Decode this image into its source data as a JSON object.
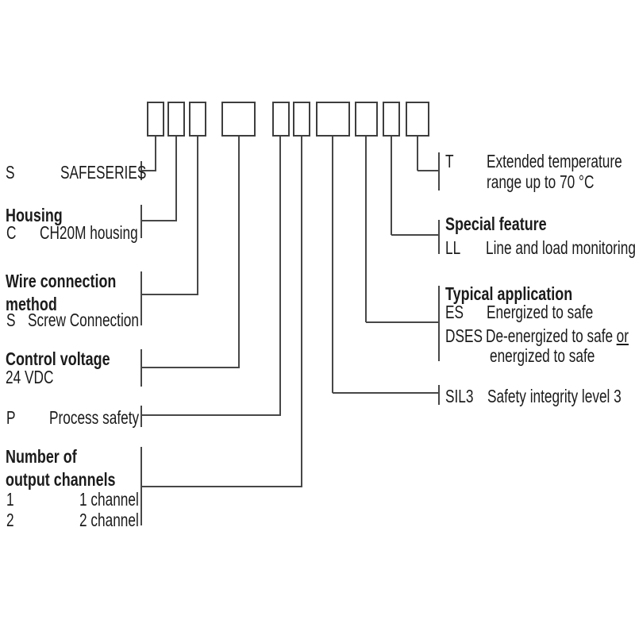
{
  "left": {
    "series": {
      "code": "S",
      "label": "SAFESERIES"
    },
    "housing": {
      "heading": "Housing",
      "code": "C",
      "label": "CH20M housing"
    },
    "wire_connection": {
      "heading_line1": "Wire connection",
      "heading_line2": "method",
      "code": "S",
      "label": "Screw Connection"
    },
    "control_voltage": {
      "heading": "Control voltage",
      "value": "24 VDC"
    },
    "process_safety": {
      "code": "P",
      "label": "Process safety"
    },
    "output_channels": {
      "heading_line1": "Number of",
      "heading_line2": "output channels",
      "options": [
        {
          "code": "1",
          "label": "1 channel"
        },
        {
          "code": "2",
          "label": "2 channel"
        }
      ]
    }
  },
  "right": {
    "extended_temperature": {
      "code": "T",
      "label_line1": "Extended temperature",
      "label_line2": "range up to 70 °C"
    },
    "special_feature": {
      "heading": "Special feature",
      "code": "LL",
      "label": "Line and load monitoring"
    },
    "typical_application": {
      "heading": "Typical application",
      "options": [
        {
          "code": "ES",
          "label": "Energized to safe"
        },
        {
          "code": "DSES",
          "label": "De-energized to safe",
          "label_or": "or",
          "label_line2": "energized to safe"
        }
      ]
    },
    "safety_integrity": {
      "code": "SIL3",
      "label": "Safety integrity level 3"
    }
  },
  "colors": {
    "line": "#474747",
    "box_border": "#3e3e3e",
    "text": "#1b1b1b",
    "background": "#ffffff"
  }
}
